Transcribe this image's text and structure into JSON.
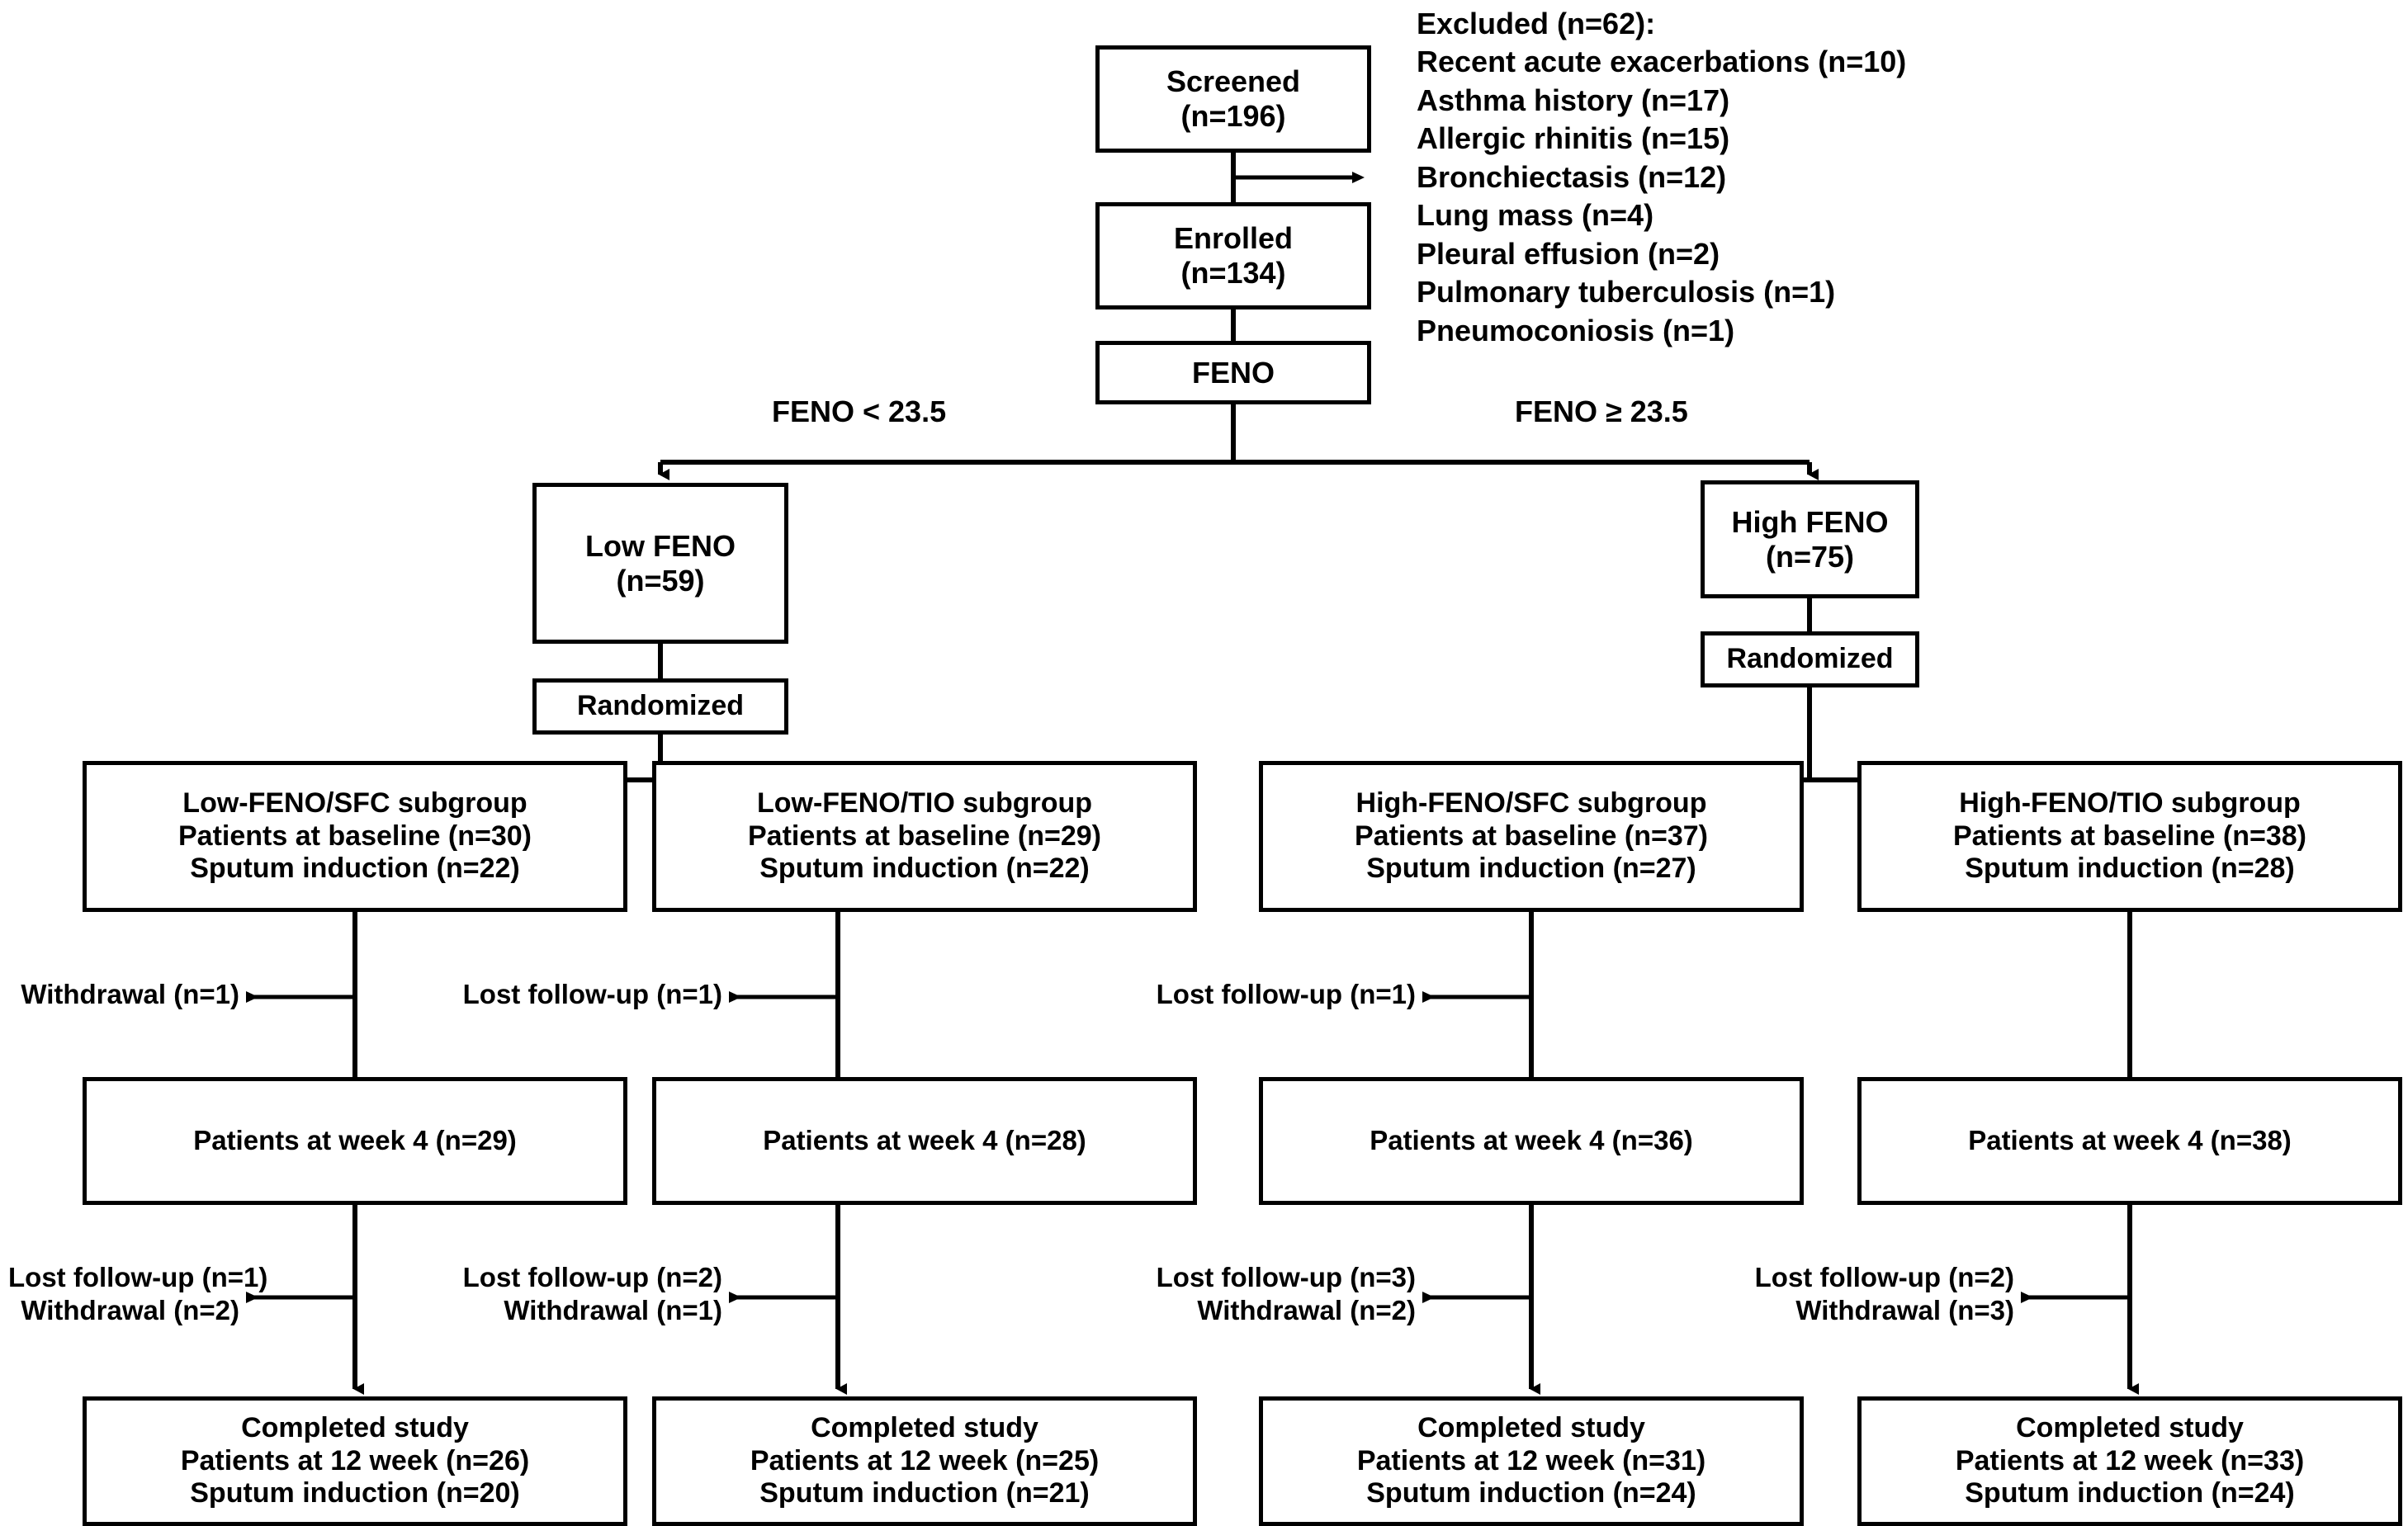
{
  "figure": {
    "type": "consort-flow-diagram",
    "top_nodes": [
      {
        "id": "screened",
        "lines": [
          "Screened",
          "(n=196)"
        ]
      },
      {
        "id": "enrolled",
        "lines": [
          "Enrolled",
          "(n=134)"
        ]
      },
      {
        "id": "feno",
        "lines": [
          "FENO"
        ]
      }
    ],
    "excluded": {
      "heading": "Excluded (n=62):",
      "reasons": [
        "Recent acute exacerbations (n=10)",
        "Asthma history (n=17)",
        "Allergic rhinitis (n=15)",
        "Bronchiectasis (n=12)",
        "Lung mass (n=4)",
        "Pleural effusion (n=2)",
        "Pulmonary tuberculosis (n=1)",
        "Pneumoconiosis (n=1)"
      ]
    },
    "branch_labels": {
      "left": "FENO < 23.5",
      "right": "FENO ≥ 23.5"
    },
    "groups": [
      {
        "id": "low-feno",
        "title_lines": [
          "Low FENO",
          "(n=59)"
        ],
        "randomized_label": "Randomized"
      },
      {
        "id": "high-feno",
        "title_lines": [
          "High FENO",
          "(n=75)"
        ],
        "randomized_label": "Randomized"
      }
    ],
    "arms": [
      {
        "id": "low-feno-sfc",
        "baseline_lines": [
          "Low-FENO/SFC subgroup",
          "Patients at baseline (n=30)",
          "Sputum induction (n=22)"
        ],
        "dropout_1": [
          "Withdrawal (n=1)"
        ],
        "week4_lines": [
          "Patients at week 4 (n=29)"
        ],
        "dropout_2": [
          "Lost follow-up (n=1)",
          "Withdrawal (n=2)"
        ],
        "completed_lines": [
          "Completed study",
          "Patients at 12 week (n=26)",
          "Sputum induction (n=20)"
        ]
      },
      {
        "id": "low-feno-tio",
        "baseline_lines": [
          "Low-FENO/TIO subgroup",
          "Patients at baseline (n=29)",
          "Sputum induction (n=22)"
        ],
        "dropout_1": [
          "Lost follow-up (n=1)"
        ],
        "week4_lines": [
          "Patients at week 4 (n=28)"
        ],
        "dropout_2": [
          "Lost follow-up (n=2)",
          "Withdrawal (n=1)"
        ],
        "completed_lines": [
          "Completed study",
          "Patients at 12 week (n=25)",
          "Sputum induction (n=21)"
        ]
      },
      {
        "id": "high-feno-sfc",
        "baseline_lines": [
          "High-FENO/SFC subgroup",
          "Patients at baseline (n=37)",
          "Sputum induction (n=27)"
        ],
        "dropout_1": [
          "Lost follow-up (n=1)"
        ],
        "week4_lines": [
          "Patients at week 4 (n=36)"
        ],
        "dropout_2": [
          "Lost follow-up (n=3)",
          "Withdrawal (n=2)"
        ],
        "completed_lines": [
          "Completed study",
          "Patients at 12 week (n=31)",
          "Sputum induction (n=24)"
        ]
      },
      {
        "id": "high-feno-tio",
        "baseline_lines": [
          "High-FENO/TIO subgroup",
          "Patients at baseline (n=38)",
          "Sputum induction (n=28)"
        ],
        "dropout_1": [],
        "week4_lines": [
          "Patients at week 4 (n=38)"
        ],
        "dropout_2": [
          "Lost follow-up (n=2)",
          "Withdrawal (n=3)"
        ],
        "completed_lines": [
          "Completed study",
          "Patients at 12 week (n=33)",
          "Sputum induction (n=24)"
        ]
      }
    ],
    "colors": {
      "stroke": "#000000",
      "background": "#ffffff",
      "text": "#000000"
    }
  }
}
